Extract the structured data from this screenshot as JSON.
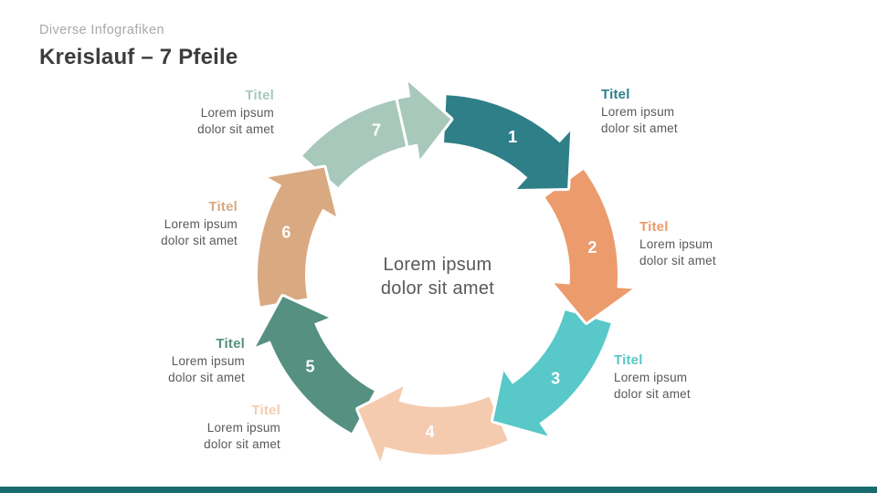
{
  "slide": {
    "eyebrow": "Diverse Infografiken",
    "title": "Kreislauf – 7 Pfeile"
  },
  "diagram": {
    "type": "cycle-7-arrows",
    "center": {
      "line1": "Lorem ipsum",
      "line2": "dolor sit amet"
    },
    "segments": [
      {
        "number": "1",
        "title": "Titel",
        "line1": "Lorem ipsum",
        "line2": "dolor sit amet",
        "color": "#2E7F87"
      },
      {
        "number": "2",
        "title": "Titel",
        "line1": "Lorem ipsum",
        "line2": "dolor sit amet",
        "color": "#EC9B6D"
      },
      {
        "number": "3",
        "title": "Titel",
        "line1": "Lorem ipsum",
        "line2": "dolor sit amet",
        "color": "#58C8C8"
      },
      {
        "number": "4",
        "title": "Titel",
        "line1": "Lorem ipsum",
        "line2": "dolor sit amet",
        "color": "#F5CBB0"
      },
      {
        "number": "5",
        "title": "Titel",
        "line1": "Lorem ipsum",
        "line2": "dolor sit amet",
        "color": "#559080"
      },
      {
        "number": "6",
        "title": "Titel",
        "line1": "Lorem ipsum",
        "line2": "dolor sit amet",
        "color": "#D9AA82"
      },
      {
        "number": "7",
        "title": "Titel",
        "line1": "Lorem ipsum",
        "line2": "dolor sit amet",
        "color": "#A9C8BC"
      }
    ]
  },
  "colors": {
    "background": "#FFFFFF",
    "eyebrow_text": "#A8A8A8",
    "title_text": "#3D3D3D",
    "body_text": "#595959",
    "center_text": "#58595B",
    "number_text": "#FFFFFF",
    "arrow_outline": "#FFFFFF",
    "footer_bar": "#1A6B6F"
  }
}
